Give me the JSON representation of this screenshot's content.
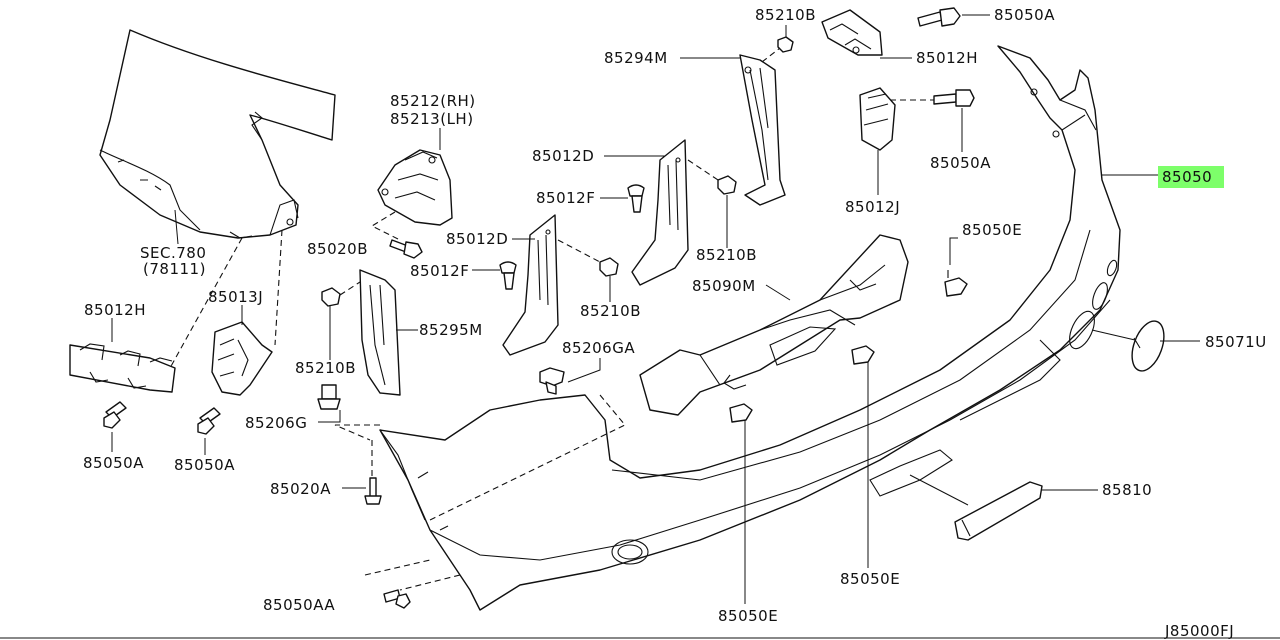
{
  "diagram": {
    "drawing_code": "J85000FJ",
    "labels": {
      "p85210B_top": "85210B",
      "p85050A_top": "85050A",
      "p85294M": "85294M",
      "p85012H_top": "85012H",
      "p85212": "85212(RH)",
      "p85213": "85213(LH)",
      "p85050A_mid": "85050A",
      "p85012D_a": "85012D",
      "p85050": "85050",
      "p85012F_a": "85012F",
      "p85012J": "85012J",
      "sec780": "SEC.780",
      "sec780_sub": "(78111)",
      "p85020B": "85020B",
      "p85012D_b": "85012D",
      "p85210B_mid": "85210B",
      "p85050E_top": "85050E",
      "p85012F_b": "85012F",
      "p85090M": "85090M",
      "p85012H_left": "85012H",
      "p85013J": "85013J",
      "p85210B_low": "85210B",
      "p85295M": "85295M",
      "p85206GA": "85206GA",
      "p85071U": "85071U",
      "p85210B_left": "85210B",
      "p85206G": "85206G",
      "p85050A_left1": "85050A",
      "p85050A_left2": "85050A",
      "p85020A": "85020A",
      "p85810": "85810",
      "p85050E_bottom": "85050E",
      "p85050AA": "85050AA",
      "p85050E_low": "85050E"
    },
    "highlight_color": "#7dff6a",
    "line_color": "#111111"
  }
}
